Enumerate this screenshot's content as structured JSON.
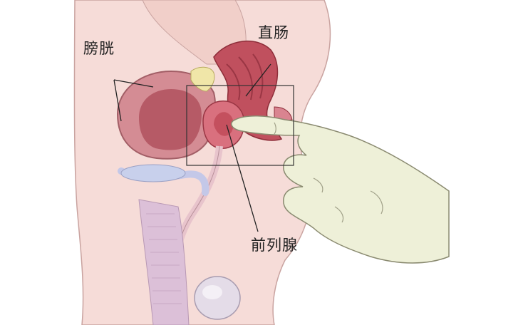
{
  "labels": {
    "bladder": "膀胱",
    "rectum": "直肠",
    "prostate": "前列腺"
  },
  "colors": {
    "skin": "#f6dcd8",
    "skin_outline": "#c9a3a0",
    "bladder_wall": "#d48c94",
    "bladder_inner": "#b65a66",
    "rectum": "#c0505e",
    "prostate": "#d9707e",
    "glove": "#eef0d8",
    "glove_outline": "#8a8a70",
    "urethra": "#e8c4cc",
    "vessel": "#c4c8e8",
    "seminal_vesicle": "#f0e6a8",
    "leader_line": "#222222",
    "focus_box": "#333333"
  },
  "icons": [
    "anatomy-illustration",
    "gloved-finger"
  ]
}
